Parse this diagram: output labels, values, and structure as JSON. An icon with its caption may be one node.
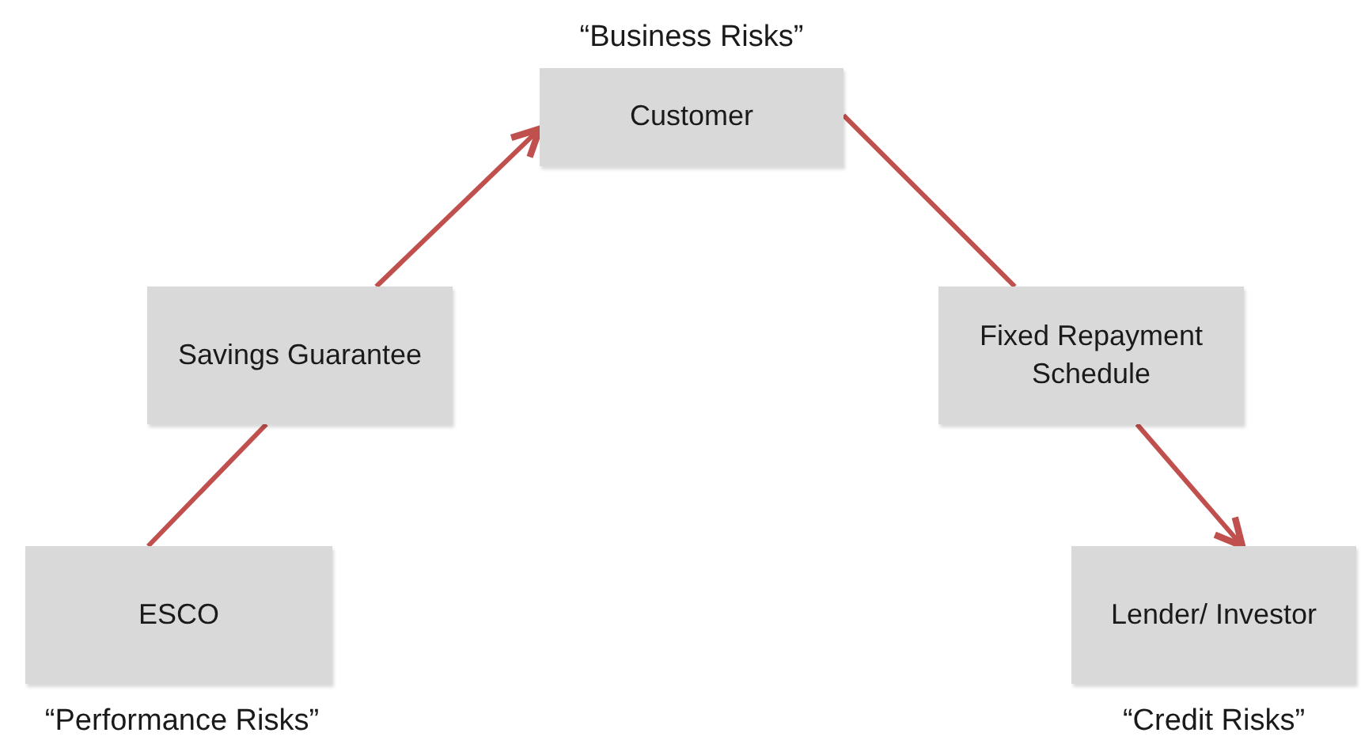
{
  "diagram": {
    "nodes": [
      {
        "text": [
          "Customer"
        ],
        "beside": [
          "“Business Risks”"
        ]
      },
      {
        "text": [
          "Savings Guarantee"
        ]
      },
      {
        "text": [
          "Fixed Repayment Schedule"
        ]
      },
      {
        "text": [
          "ESCO"
        ],
        "beside": [
          "“Performance Risks”"
        ]
      },
      {
        "text": [
          "Lender/ Investor"
        ],
        "beside": [
          "“Credit Risks”"
        ]
      }
    ],
    "edges": [
      {
        "from": 3,
        "to": 1,
        "arrow": "none"
      },
      {
        "from": 1,
        "to": 0,
        "arrow": "to"
      },
      {
        "from": 0,
        "to": 2,
        "arrow": "none"
      },
      {
        "from": 2,
        "to": 4,
        "arrow": "to"
      }
    ]
  }
}
